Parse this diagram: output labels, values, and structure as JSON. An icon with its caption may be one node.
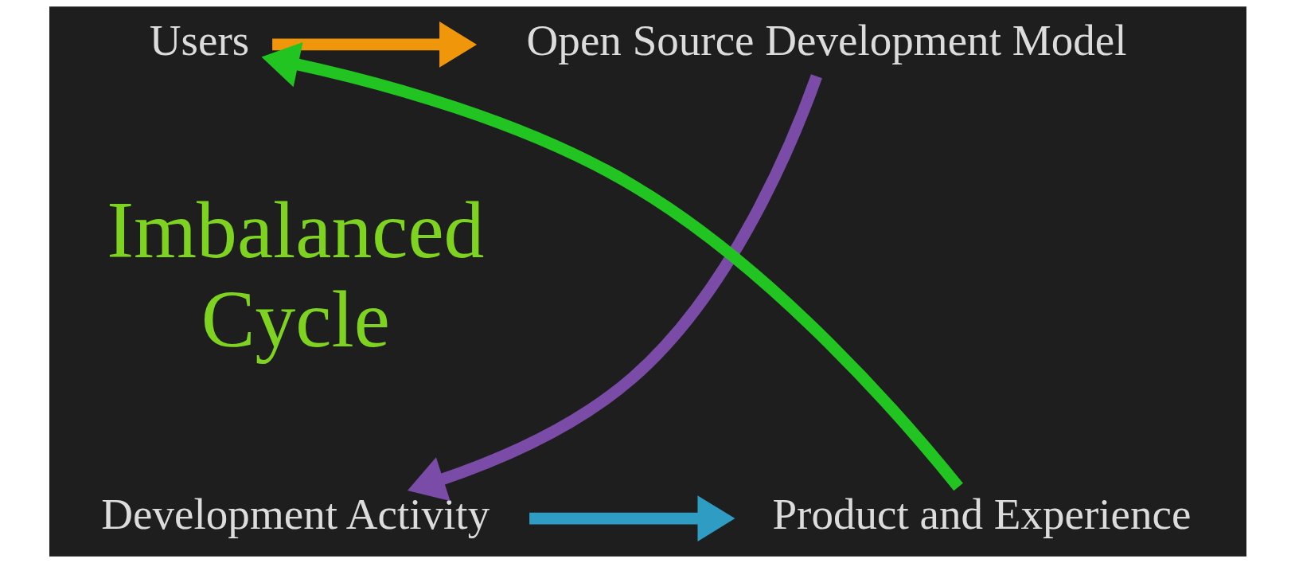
{
  "diagram": {
    "nodes": [
      {
        "text": [
          "Users"
        ]
      },
      {
        "text": [
          "Open Source Development Model"
        ]
      },
      {
        "text": [
          "Development Activity"
        ]
      },
      {
        "text": [
          "Product and Experience"
        ]
      }
    ],
    "edges": [
      {
        "from": 0,
        "to": 1,
        "arrow": "to",
        "color": "#f0960a"
      },
      {
        "from": 1,
        "to": 2,
        "arrow": "to",
        "color": "#7b4ba8"
      },
      {
        "from": 2,
        "to": 3,
        "arrow": "to",
        "color": "#2f9cc4"
      },
      {
        "from": 3,
        "to": 0,
        "arrow": "to",
        "color": "#22c422"
      }
    ],
    "labels": [
      "Imbalanced Cycle"
    ]
  }
}
